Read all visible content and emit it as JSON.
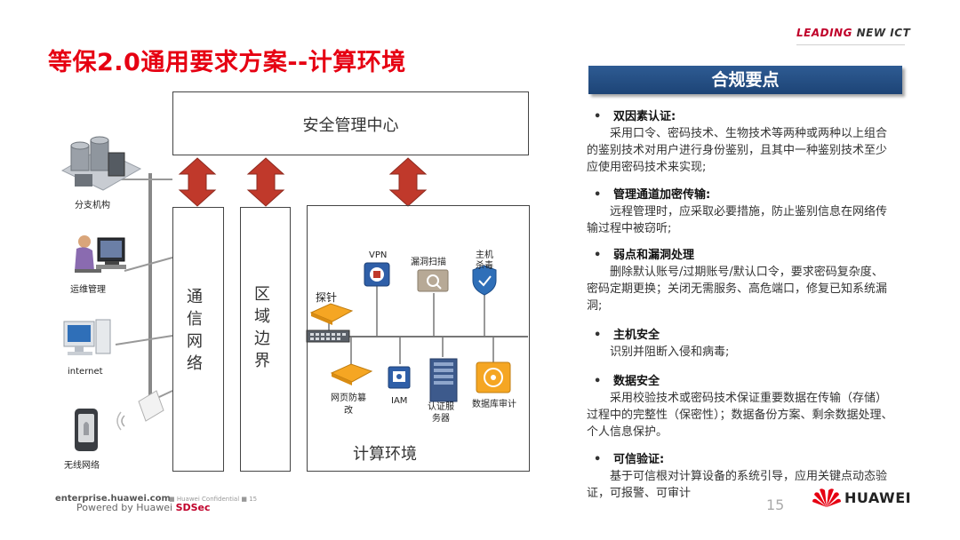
{
  "header": {
    "brand_tag_red": "LEADING ",
    "brand_tag_dark": "NEW ICT",
    "title": "等保2.0通用要求方案--计算环境"
  },
  "diagram": {
    "security_center": "安全管理中心",
    "comm_network": "通信网络",
    "region_boundary": "区域边界",
    "compute_env": "计算环境",
    "endpoints": {
      "branch": "分支机构",
      "ops": "运维管理",
      "internet": "internet",
      "wireless": "无线网络"
    },
    "compute_items": {
      "probe": "探针",
      "vpn": "VPN",
      "vuln_scan": "漏洞扫描",
      "host_av": "主机杀毒",
      "web_tamper": "网页防篡改",
      "iam": "IAM",
      "auth_server": "认证服务器",
      "db_audit": "数据库审计"
    }
  },
  "panel": {
    "header": "合规要点",
    "items": [
      {
        "title": "双因素认证:",
        "body": "采用口令、密码技术、生物技术等两种或两种以上组合的鉴别技术对用户进行身份鉴别，且其中一种鉴别技术至少应使用密码技术来实现;"
      },
      {
        "title": "管理通道加密传输:",
        "body": "远程管理时，应采取必要措施，防止鉴别信息在网络传输过程中被窃听;"
      },
      {
        "title": "弱点和漏洞处理",
        "body": "删除默认账号/过期账号/默认口令，要求密码复杂度、密码定期更换；关闭无需服务、高危端口，修复已知系统漏洞;"
      },
      {
        "title": "主机安全",
        "body": "识别并阻断入侵和病毒;"
      },
      {
        "title": "数据安全",
        "body": "采用校验技术或密码技术保证重要数据在传输（存储）过程中的完整性（保密性）；数据备份方案、剩余数据处理、个人信息保护。"
      },
      {
        "title": "可信验证:",
        "body": "基于可信根对计算设备的系统引导，应用关键点动态验证，可报警、可审计"
      }
    ]
  },
  "footer": {
    "site": "enterprise.huawei.com",
    "confidential": "■ Huawei Confidential ■ 15",
    "powered_prefix": "Powered by Huawei ",
    "powered_brand": "SDSec",
    "page_number": "15",
    "logo_word": "HUAWEI"
  },
  "colors": {
    "title_red": "#e60012",
    "panel_blue": "#1d4476",
    "arrow_red": "#c0392b"
  }
}
